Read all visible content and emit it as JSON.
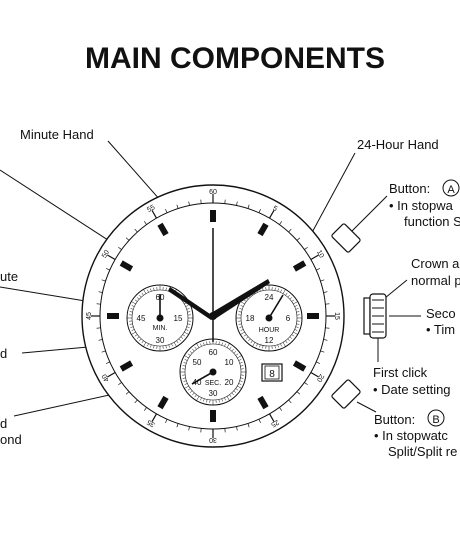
{
  "title": "MAIN COMPONENTS",
  "labels": {
    "minute_hand": "Minute Hand",
    "hour24_hand": "24-Hour Hand",
    "button_a_title": "Button:",
    "button_a_letter": "A",
    "button_a_line1": "• In stopwa",
    "button_a_line2": "function S",
    "crown_line1": "Crown a",
    "crown_line2": "normal p",
    "second_line1": "Seco",
    "second_line2": "• Tim",
    "first_click_line1": "First click",
    "first_click_line2": "• Date setting",
    "button_b_title": "Button:",
    "button_b_letter": "B",
    "button_b_line1": "•  In stopwatc",
    "button_b_line2": "Split/Split re",
    "left_minute": "ute",
    "left_d1": "d",
    "left_d2": "d",
    "left_second": "ond"
  },
  "bezel_numbers": [
    "60",
    "5",
    "10",
    "15",
    "20",
    "25",
    "30",
    "35",
    "40",
    "45",
    "50",
    "55"
  ],
  "subdial_minute": {
    "label": "MIN.",
    "n_top": "60",
    "n_right": "15",
    "n_bottom": "30",
    "n_left": "45"
  },
  "subdial_hour": {
    "label": "HOUR",
    "n_top": "24",
    "n_right": "6",
    "n_bottom": "12",
    "n_left": "18"
  },
  "subdial_second": {
    "label": "SEC.",
    "n_top": "60",
    "n_tr": "10",
    "n_r": "20",
    "n_bottom": "30",
    "n_l": "40",
    "n_tl": "50"
  },
  "date_window": "8"
}
